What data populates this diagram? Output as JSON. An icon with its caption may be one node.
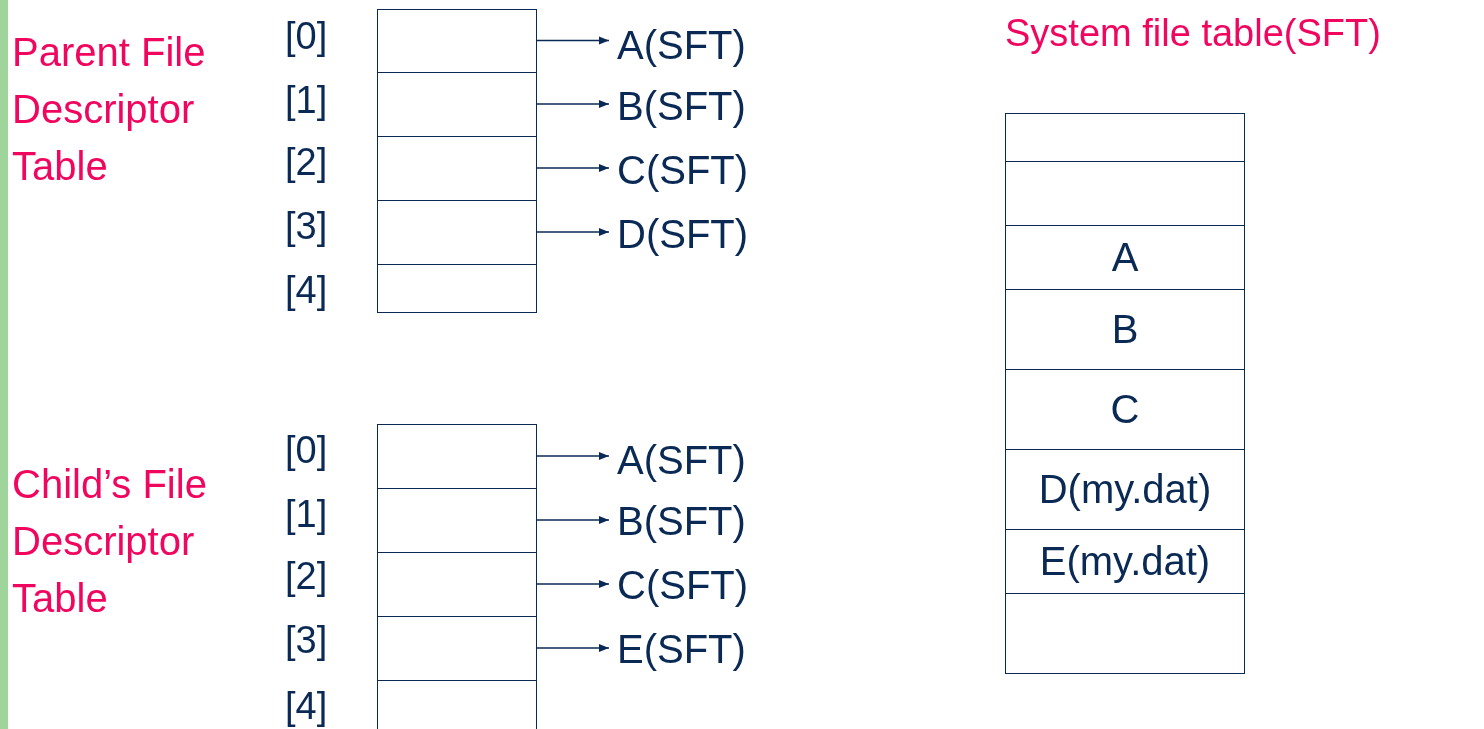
{
  "diagram": {
    "title": "System file table(SFT)",
    "nodes": [
      {
        "text": [],
        "shape": "box"
      },
      {
        "text": [],
        "shape": "box"
      },
      {
        "text": [],
        "shape": "box"
      },
      {
        "text": [],
        "shape": "box"
      },
      {
        "text": [],
        "shape": "box"
      },
      {
        "text": [
          "A(SFT)"
        ]
      },
      {
        "text": [
          "B(SFT)"
        ]
      },
      {
        "text": [
          "C(SFT)"
        ]
      },
      {
        "text": [
          "D(SFT)"
        ]
      },
      {
        "text": [],
        "shape": "box"
      },
      {
        "text": [],
        "shape": "box"
      },
      {
        "text": [],
        "shape": "box"
      },
      {
        "text": [],
        "shape": "box"
      },
      {
        "text": [],
        "shape": "box"
      },
      {
        "text": [
          "A(SFT)"
        ]
      },
      {
        "text": [
          "B(SFT)"
        ]
      },
      {
        "text": [
          "C(SFT)"
        ]
      },
      {
        "text": [
          "E(SFT)"
        ]
      },
      {
        "text": [],
        "shape": "box"
      },
      {
        "text": [],
        "shape": "box"
      },
      {
        "text": [
          "A"
        ]
      },
      {
        "text": [
          "B"
        ]
      },
      {
        "text": [
          "C"
        ]
      },
      {
        "text": [
          "D(my.dat)"
        ]
      },
      {
        "text": [
          "E(my.dat)"
        ]
      },
      {
        "text": [],
        "shape": "box"
      }
    ],
    "edges": [
      {
        "from": 0,
        "to": 5,
        "arrow": "to"
      },
      {
        "from": 1,
        "to": 6,
        "arrow": "to"
      },
      {
        "from": 2,
        "to": 7,
        "arrow": "to"
      },
      {
        "from": 3,
        "to": 8,
        "arrow": "to"
      },
      {
        "from": 9,
        "to": 14,
        "arrow": "to"
      },
      {
        "from": 10,
        "to": 15,
        "arrow": "to"
      },
      {
        "from": 11,
        "to": 16,
        "arrow": "to"
      },
      {
        "from": 12,
        "to": 17,
        "arrow": "to"
      }
    ],
    "labels": [
      "Parent File Descriptor Table",
      "[0]",
      "[1]",
      "[2]",
      "[3]",
      "[4]",
      "Child’s File Descriptor Table",
      "[0]",
      "[1]",
      "[2]",
      "[3]",
      "[4]"
    ]
  }
}
